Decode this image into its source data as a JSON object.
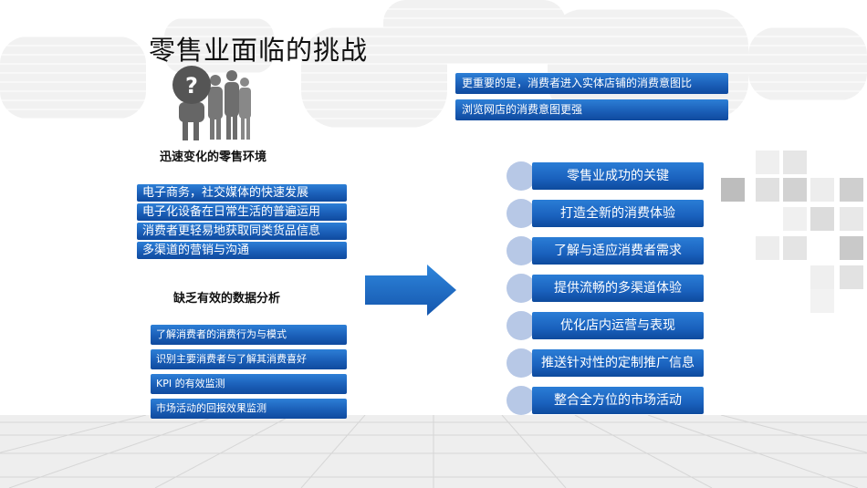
{
  "title": "零售业面临的挑战",
  "people_icon": "question-people-icon",
  "section1": {
    "heading": "迅速变化的零售环境",
    "items": [
      "电子商务，社交媒体的快速发展",
      "电子化设备在日常生活的普遍运用",
      "消费者更轻易地获取同类货品信息",
      "多渠道的营销与沟通"
    ]
  },
  "section2": {
    "heading": "缺乏有效的数据分析",
    "items": [
      "了解消费者的消费行为与模式",
      "识别主要消费者与了解其消费喜好",
      "KPI 的有效监测",
      "市场活动的回报效果监测"
    ]
  },
  "top_note": [
    "更重要的是，消费者进入实体店铺的消费意图比",
    "浏览网店的消费意图更强"
  ],
  "arrow_icon": "right-arrow-icon",
  "keys": [
    "零售业成功的关键",
    "打造全新的消费体验",
    "了解与适应消费者需求",
    "提供流畅的多渠道体验",
    "优化店内运营与表现",
    "推送针对性的定制推广信息",
    "整合全方位的市场活动"
  ],
  "colors": {
    "bar_blue": "#1b5fb8",
    "bullet": "#b7c8e6",
    "deco_gray": "#cfcfcf"
  }
}
